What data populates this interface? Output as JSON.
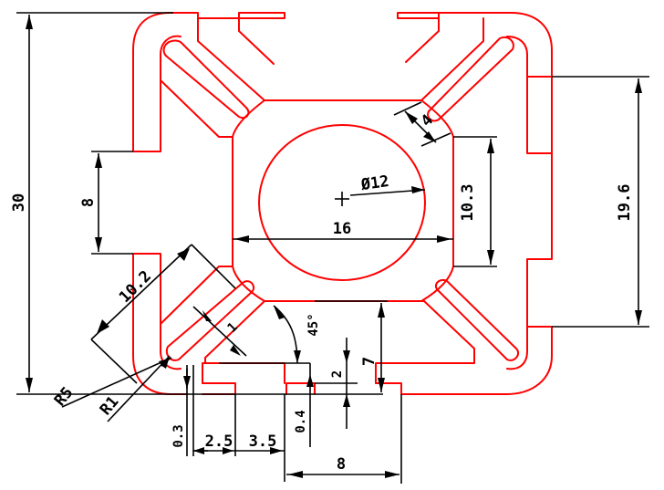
{
  "drawing": {
    "title": "",
    "stroke_colors": {
      "profile": "#ff0000",
      "dimension": "#000000",
      "background": "#ffffff"
    },
    "dimensions": {
      "overall_height": "30",
      "slot_opening_left": "8",
      "slot_depth": "10.2",
      "chamfer_r5": "R5",
      "fillet_r1": "R1",
      "wall_1": "1",
      "angle_45": "45°",
      "diameter": "Ø12",
      "center_width": "16",
      "slot_inner_width": "10.3",
      "slot_outer_height": "19.6",
      "slot_lip_thickness": "4",
      "lip_gap_0_3": "0.3",
      "lip_2_5": "2.5",
      "lip_3_5": "3.5",
      "lip_0_4": "0.4",
      "lip_height_2": "2",
      "lip_height_7": "7",
      "bottom_width_8": "8"
    }
  }
}
